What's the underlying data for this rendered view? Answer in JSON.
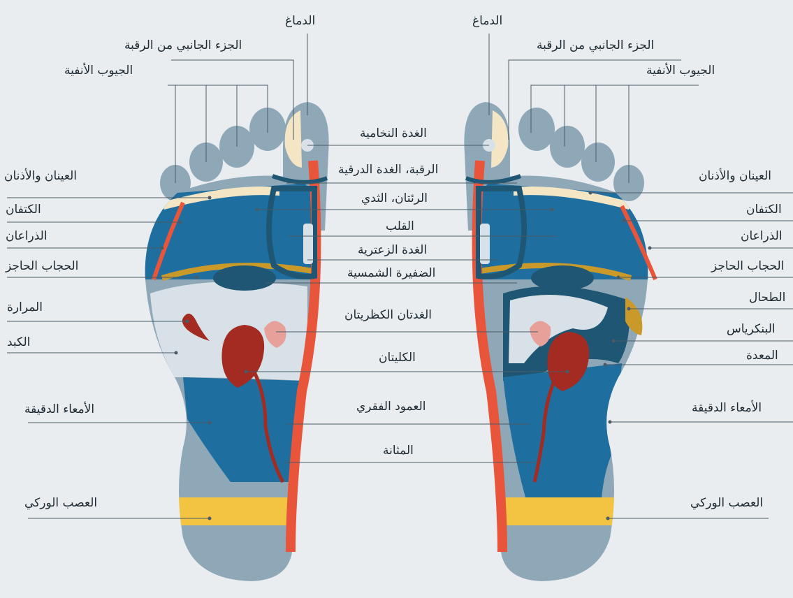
{
  "colors": {
    "background": "#e9edf0",
    "foot_outer": "#8fa8b8",
    "foot_inner": "#1e6f9f",
    "spine_red": "#e8553b",
    "sciatic_yellow": "#f3c441",
    "kidney": "#a32b22",
    "light_area": "#d7e1e7",
    "dark_teal": "#1f5673",
    "gold": "#c99a2a",
    "cream": "#f4e6c4",
    "line": "#4a5a66"
  },
  "center_labels": {
    "pituitary": "الغدة النخامية",
    "neck_thyroid": "الرقبة، الغدة الدرقية",
    "lungs_chest": "الرئتان، الثدي",
    "heart": "القلب",
    "thymus": "الغدة الزعترية",
    "solar_plexus": "الضفيرة الشمسية",
    "adrenals": "الغدتان الكظريتان",
    "kidneys": "الكليتان",
    "spine": "العمود الفقري",
    "bladder": "المثانة"
  },
  "left_foot_labels": {
    "brain": "الدماغ",
    "neck_side": "الجزء الجانبي من الرقبة",
    "sinuses": "الجيوب الأنفية",
    "eyes_ears": "العينان والأذنان",
    "shoulders": "الكتفان",
    "arms": "الذراعان",
    "diaphragm": "الحجاب الحاجز",
    "gallbladder": "المرارة",
    "liver": "الكبد",
    "small_intestine": "الأمعاء الدقيقة",
    "sciatic": "العصب الوركي"
  },
  "right_foot_labels": {
    "brain": "الدماغ",
    "neck_side": "الجزء الجانبي من الرقبة",
    "sinuses": "الجيوب الأنفية",
    "eyes_ears": "العينان والأذنان",
    "shoulders": "الكتفان",
    "arms": "الذراعان",
    "diaphragm": "الحجاب الحاجز",
    "spleen": "الطحال",
    "pancreas": "البنكرياس",
    "stomach": "المعدة",
    "small_intestine": "الأمعاء الدقيقة",
    "sciatic": "العصب الوركي"
  }
}
